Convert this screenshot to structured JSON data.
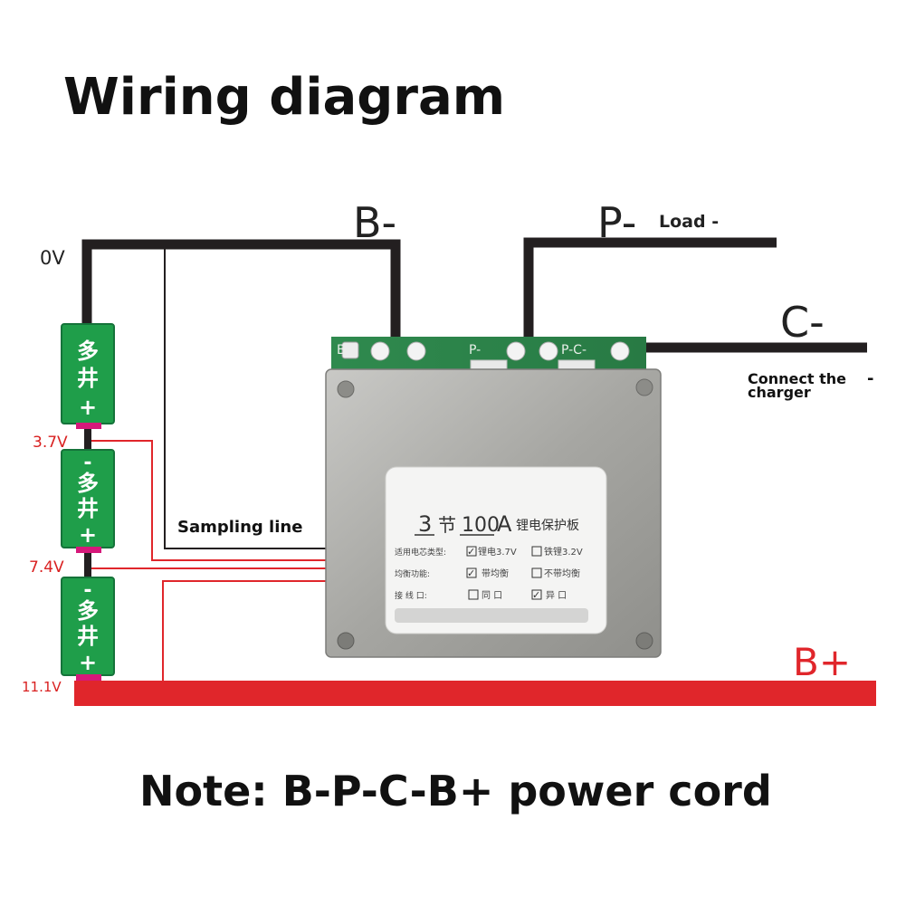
{
  "title": "Wiring diagram",
  "note": "Note: B-P-C-B+ power cord",
  "terminals": {
    "b_minus": "B-",
    "p_minus": "P-",
    "c_minus": "C-",
    "b_plus": "B+",
    "load": "Load -",
    "charger_line1": "Connect the",
    "charger_line2": "charger",
    "charger_dash": "-",
    "sampling_line": "Sampling line"
  },
  "voltages": [
    "0V",
    "3.7V",
    "7.4V",
    "11.1V"
  ],
  "cells": [
    {
      "top": "多",
      "mid": "井",
      "plus": "+",
      "minus": ""
    },
    {
      "top": "多",
      "mid": "井",
      "plus": "+",
      "minus": "-"
    },
    {
      "top": "多",
      "mid": "井",
      "plus": "+",
      "minus": "-"
    }
  ],
  "board": {
    "pad_b": "B-",
    "pad_p": "P-",
    "pad_c": "P-C-",
    "label_count": "3",
    "label_jie": "节",
    "label_amp": "100",
    "label_a": "A",
    "label_title": "锂电保护板",
    "row1_name": "适用电芯类型:",
    "row1_opt1": "锂电3.7V",
    "row1_opt2": "铁锂3.2V",
    "row2_name": "均衡功能:",
    "row2_opt1": "带均衡",
    "row2_opt2": "不带均衡",
    "row3_name": "接 线 口:",
    "row3_opt1": "同 口",
    "row3_opt2": "异 口"
  },
  "colors": {
    "wire_black": "#231f20",
    "wire_red": "#e0262b",
    "cell_green": "#1f9e4a",
    "cell_pink": "#d6187a",
    "board_gray": "#a9a9a6"
  }
}
